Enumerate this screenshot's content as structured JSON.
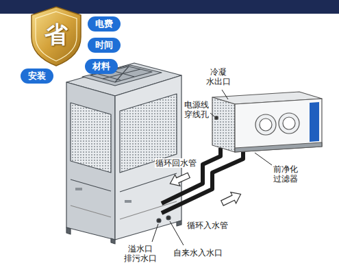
{
  "diagram": {
    "nodes": [
      {
        "text": [
          "省"
        ]
      },
      {
        "text": [
          "电费"
        ]
      },
      {
        "text": [
          "时间"
        ]
      },
      {
        "text": [
          "材料"
        ]
      },
      {
        "text": [
          "安装"
        ]
      }
    ],
    "labels": [
      "冷凝 水出口",
      "电源线 穿线孔",
      "循环回水管",
      "前净化 过滤器",
      "循环入水管",
      "溢水口 排污水口",
      "自来水入水口"
    ]
  }
}
